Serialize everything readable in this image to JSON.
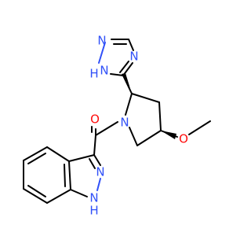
{
  "colors": {
    "bond": "#000000",
    "nitrogen": "#3050F8",
    "oxygen": "#FF0D0D",
    "background": "#ffffff"
  },
  "atoms": {
    "triazole_n1": "N",
    "triazole_n2": "N",
    "triazole_n3": "N",
    "triazole_n1_h": "H",
    "pyrrolidine_n": "N",
    "carbonyl_o": "O",
    "methoxy_o": "O",
    "indazole_n2": "N",
    "indazole_n1": "N",
    "indazole_n1_h": "H"
  }
}
